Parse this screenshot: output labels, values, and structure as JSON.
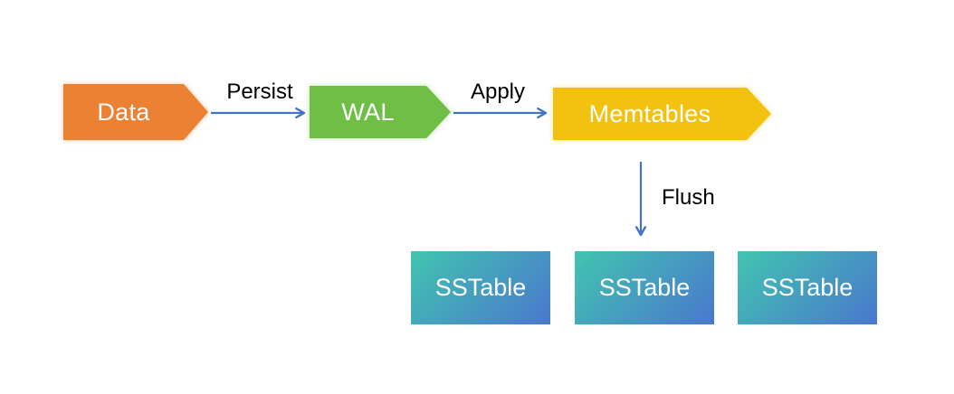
{
  "diagram": {
    "nodes": {
      "data": {
        "label": "Data",
        "color": "#ED8133",
        "shape": "pentagon-arrow"
      },
      "wal": {
        "label": "WAL",
        "color": "#6FBF46",
        "shape": "pentagon-arrow"
      },
      "memtables": {
        "label": "Memtables",
        "color": "#F3C210",
        "shape": "pentagon-arrow"
      },
      "sstables": [
        {
          "label": "SSTable"
        },
        {
          "label": "SSTable"
        },
        {
          "label": "SSTable"
        }
      ]
    },
    "edges": {
      "persist": {
        "label": "Persist",
        "from": "data",
        "to": "wal"
      },
      "apply": {
        "label": "Apply",
        "from": "wal",
        "to": "memtables"
      },
      "flush": {
        "label": "Flush",
        "from": "memtables",
        "to": "sstables"
      }
    },
    "colors": {
      "arrow": "#4472C4",
      "node_text": "#FFFFFF",
      "label_text": "#000000",
      "sstable_gradient_start": "#41C5AF",
      "sstable_gradient_end": "#4A77CE",
      "background": "#FFFFFF"
    }
  }
}
